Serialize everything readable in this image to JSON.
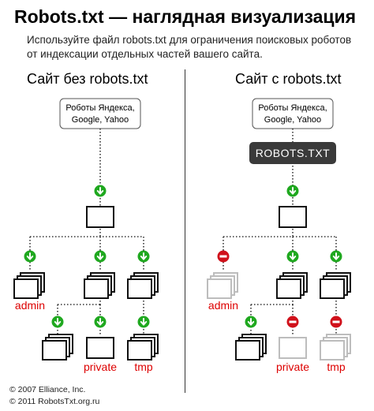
{
  "header": {
    "title": "Robots.txt — наглядная визуализация",
    "description": "Используйте файл robots.txt для ограничения поисковых роботов от индексации отдельных частей вашего сайта."
  },
  "left": {
    "heading": "Сайт без robots.txt",
    "robots_line1": "Роботы Яндекса,",
    "robots_line2": "Google, Yahoo",
    "folders": {
      "admin": "admin",
      "private": "private",
      "tmp": "tmp"
    }
  },
  "right": {
    "heading": "Сайт с robots.txt",
    "robots_line1": "Роботы Яндекса,",
    "robots_line2": "Google, Yahoo",
    "robots_file": "ROBOTS.TXT",
    "folders": {
      "admin": "admin",
      "private": "private",
      "tmp": "tmp"
    }
  },
  "footer": {
    "line1": "© 2007 Elliance, Inc.",
    "line2": "© 2011 RobotsTxt.org.ru"
  },
  "colors": {
    "allowed": "#1fa81f",
    "blocked": "#d0101a",
    "label_red": "#dd0000",
    "disabled": "#bdbdbd",
    "robots_box": "#3a3a3a"
  }
}
